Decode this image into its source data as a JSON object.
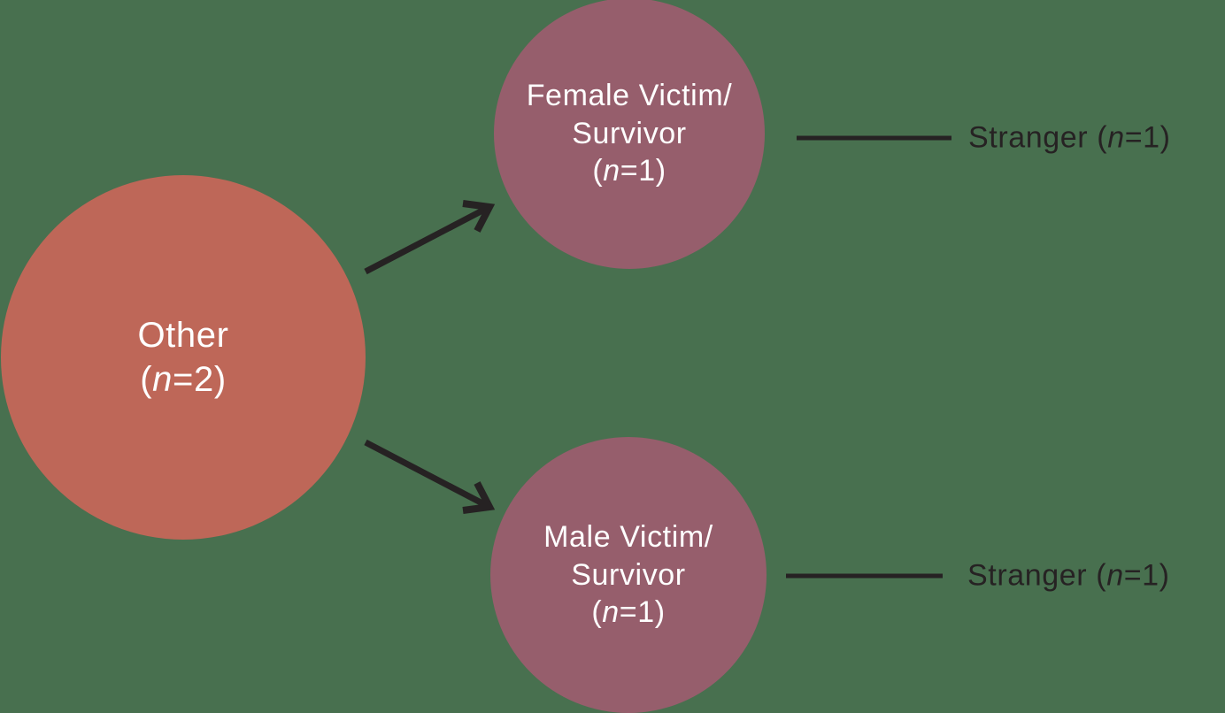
{
  "colors": {
    "background": "#48704F",
    "root_circle": "#BE6758",
    "branch_circle": "#965E6C",
    "circle_text": "#FFFFFF",
    "lines_and_leaf_text": "#262223"
  },
  "nodes": {
    "root": {
      "name": "Other",
      "count_prefix": "(",
      "count_var": "n",
      "count_suffix": "=2)"
    },
    "female": {
      "line1": "Female Victim/",
      "line2": "Survivor",
      "count_prefix": "(",
      "count_var": "n",
      "count_suffix": "=1)"
    },
    "male": {
      "line1": "Male Victim/",
      "line2": "Survivor",
      "count_prefix": "(",
      "count_var": "n",
      "count_suffix": "=1)"
    }
  },
  "leaves": {
    "female_perpetrator": {
      "prefix": "Stranger (",
      "var": "n",
      "suffix": "=1)"
    },
    "male_perpetrator": {
      "prefix": "Stranger (",
      "var": "n",
      "suffix": "=1)"
    }
  }
}
